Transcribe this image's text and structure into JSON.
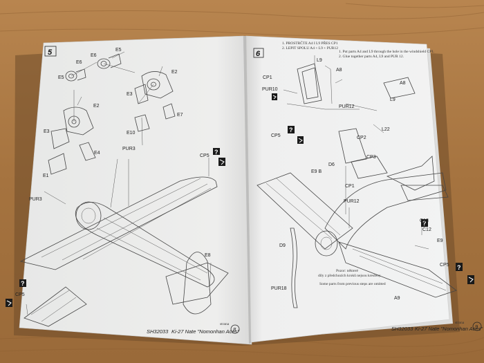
{
  "left_page": {
    "step_number": "5",
    "labels": {
      "e5_top": "E5",
      "e6_top": "E6",
      "e6_mid": "E6",
      "e2_right": "E2",
      "e5_left": "E5",
      "e3_mid": "E3",
      "e2_mid": "E2",
      "e7": "E7",
      "e3_left": "E3",
      "e10": "E10",
      "e4": "E4",
      "pur3_mid": "PUR3",
      "cp5": "CP5",
      "e1": "E1",
      "pur3_left": "PUR3",
      "e8": "E8",
      "cp5_low": "CP5"
    },
    "footer_code": "SH32033",
    "footer_title": "Ki-27 Nate \"Nomonhan Aces\"",
    "footer_small": "strana",
    "page_number": "8"
  },
  "right_page": {
    "step_number": "6",
    "instructions_left": [
      "1. PROSTRČTE A4 I L9 PŘES CP1",
      "2. LEPIT SPOLU A4 + L9 + PUR12"
    ],
    "instructions_right": [
      "1. Put parts A4 and L9 through the hole in the windshield CP1.",
      "2. Glue together parts A4, L9 and PUR 12."
    ],
    "labels": {
      "l9_top": "L9",
      "a8_top": "A8",
      "cp1_top": "CP1",
      "pur10": "PUR10",
      "pur12_top": "PUR12",
      "a8_side": "A8",
      "l9_side": "L9",
      "l22": "L22",
      "cp5_left": "CP5",
      "cp2": "CP2",
      "cp3": "CP3",
      "e9_left": "E9 B",
      "d6": "D6",
      "cp1_mid": "CP1",
      "pur12_mid": "PUR12",
      "c13": "C13",
      "c12": "C12",
      "e9_right": "E9",
      "d9": "D9",
      "cp5_right": "CP5",
      "pur18": "PUR18",
      "a9": "A9"
    },
    "note_czech_1": "Pozor: některé",
    "note_czech_2": "díly z předchozích kroků nejsou kresleny",
    "note_english": "Some parts from previous steps are omitted",
    "footer_code": "SH32033",
    "footer_title": "Ki-27 Nate \"Nomonhan Aces\"",
    "footer_small": "strana",
    "page_number": "9"
  },
  "colors": {
    "wood": "#a9794a",
    "paper_left": "#ecedec",
    "paper_right": "#f0f1f1",
    "shadow": "#7a5634",
    "ink": "#3a3a3a"
  }
}
